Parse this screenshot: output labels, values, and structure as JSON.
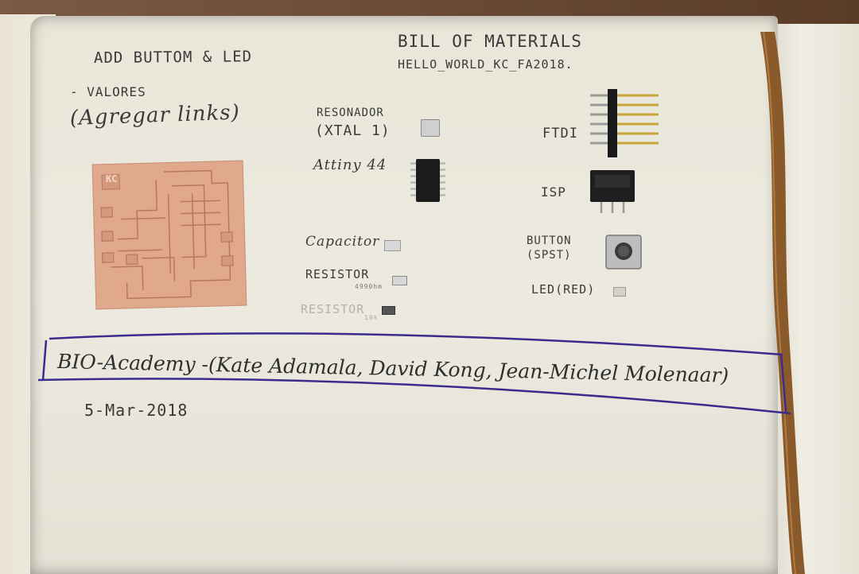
{
  "notebook": {
    "heading_left": "ADD BUTTOM & LED",
    "note_1": "- VALORES",
    "note_2": "(Agregar links)",
    "title": "BILL OF MATERIALS",
    "subtitle": "HELLO_WORLD_KC_FA2018.",
    "pcb_label": "KC",
    "components": {
      "resonator_line1": "RESONADOR",
      "resonator_line2": "(XTAL 1)",
      "attiny": "Attiny 44",
      "capacitor": "Capacitor",
      "resistor1": "RESISTOR",
      "resistor1_value": "4990hm",
      "resistor2": "RESISTOR",
      "resistor2_value": "10k",
      "ftdi": "FTDI",
      "isp": "ISP",
      "button_line1": "BUTTON",
      "button_line2": "(SPST)",
      "led": "LED(RED)"
    },
    "banner": "BIO-Academy -(Kate Adamala, David Kong, Jean-Michel Molenaar)",
    "date": "5-Mar-2018"
  },
  "colors": {
    "ink": "#3a3a3a",
    "pen_purple": "#3a2b8c",
    "copper": "#e0a88c",
    "paper": "#eae7db"
  }
}
